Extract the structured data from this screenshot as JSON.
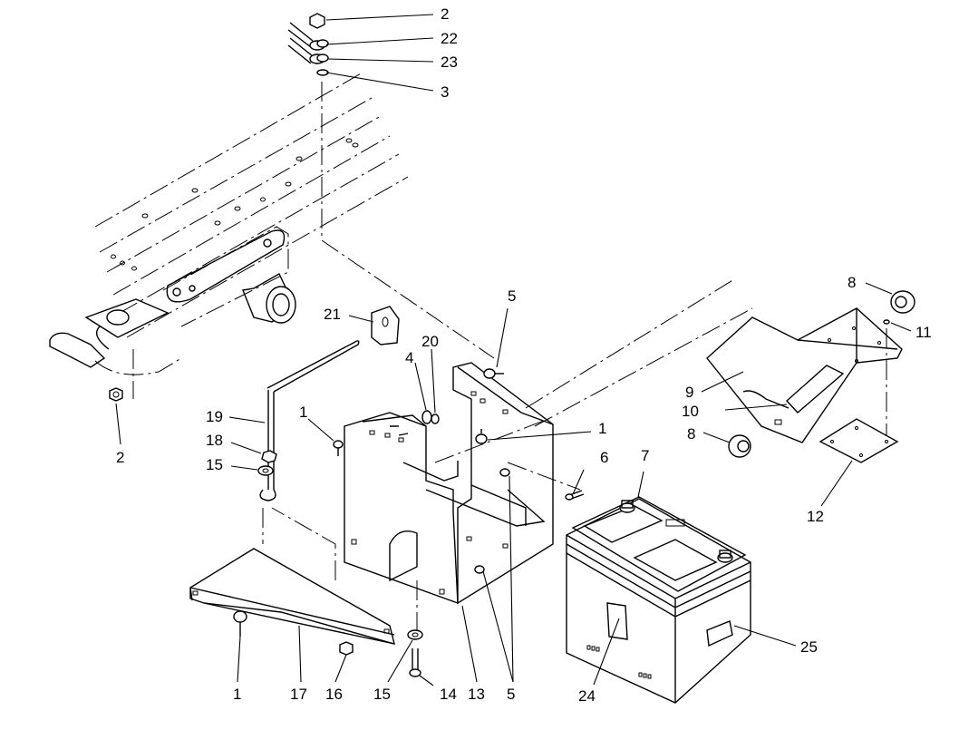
{
  "callouts": [
    {
      "id": "c-2-top",
      "text": "2"
    },
    {
      "id": "c-22",
      "text": "22"
    },
    {
      "id": "c-23",
      "text": "23"
    },
    {
      "id": "c-3",
      "text": "3"
    },
    {
      "id": "c-2-left",
      "text": "2"
    },
    {
      "id": "c-21",
      "text": "21"
    },
    {
      "id": "c-5-top",
      "text": "5"
    },
    {
      "id": "c-20",
      "text": "20"
    },
    {
      "id": "c-4",
      "text": "4"
    },
    {
      "id": "c-19",
      "text": "19"
    },
    {
      "id": "c-1-upper",
      "text": "1"
    },
    {
      "id": "c-18",
      "text": "18"
    },
    {
      "id": "c-15-left",
      "text": "15"
    },
    {
      "id": "c-1-right",
      "text": "1"
    },
    {
      "id": "c-6",
      "text": "6"
    },
    {
      "id": "c-7",
      "text": "7"
    },
    {
      "id": "c-8-top",
      "text": "8"
    },
    {
      "id": "c-11",
      "text": "11"
    },
    {
      "id": "c-9",
      "text": "9"
    },
    {
      "id": "c-10",
      "text": "10"
    },
    {
      "id": "c-8-bottom",
      "text": "8"
    },
    {
      "id": "c-12",
      "text": "12"
    },
    {
      "id": "c-25",
      "text": "25"
    },
    {
      "id": "c-24",
      "text": "24"
    },
    {
      "id": "c-1-bottom",
      "text": "1"
    },
    {
      "id": "c-17",
      "text": "17"
    },
    {
      "id": "c-16",
      "text": "16"
    },
    {
      "id": "c-15-bottom",
      "text": "15"
    },
    {
      "id": "c-14",
      "text": "14"
    },
    {
      "id": "c-13",
      "text": "13"
    },
    {
      "id": "c-5-bottom",
      "text": "5"
    }
  ]
}
